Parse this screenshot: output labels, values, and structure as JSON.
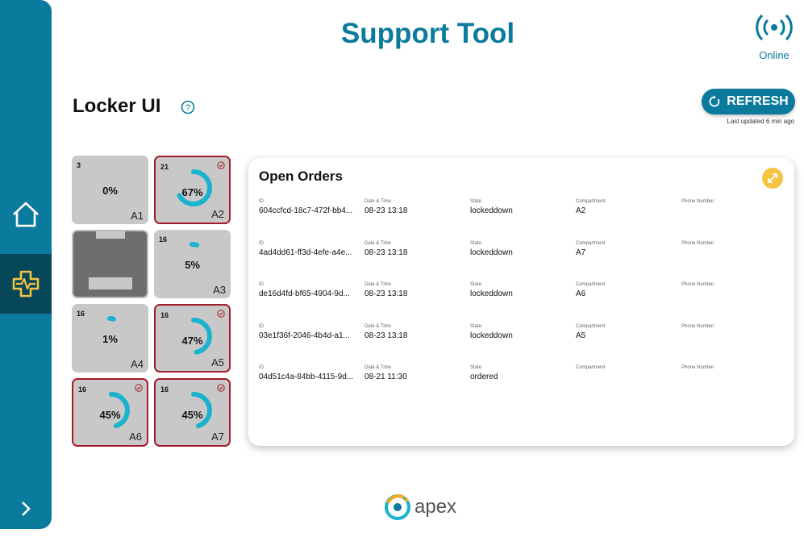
{
  "app": {
    "title": "Support Tool",
    "status": "Online"
  },
  "section": {
    "title": "Locker UI"
  },
  "refresh": {
    "label": "REFRESH",
    "last_updated": "Last updated 6 min ago"
  },
  "lockers": [
    {
      "num": "3",
      "pct": "0%",
      "label": "A1",
      "fill": 0.0,
      "alert": false
    },
    {
      "num": "21",
      "pct": "67%",
      "label": "A2",
      "fill": 0.67,
      "alert": true
    },
    {
      "num": "",
      "pct": "",
      "label": "",
      "fill": 0,
      "alert": false,
      "open": true
    },
    {
      "num": "16",
      "pct": "5%",
      "label": "A3",
      "fill": 0.05,
      "alert": false
    },
    {
      "num": "16",
      "pct": "1%",
      "label": "A4",
      "fill": 0.01,
      "alert": false
    },
    {
      "num": "16",
      "pct": "47%",
      "label": "A5",
      "fill": 0.47,
      "alert": true
    },
    {
      "num": "16",
      "pct": "45%",
      "label": "A6",
      "fill": 0.45,
      "alert": true
    },
    {
      "num": "16",
      "pct": "45%",
      "label": "A7",
      "fill": 0.45,
      "alert": true
    }
  ],
  "orders": {
    "title": "Open Orders",
    "headers": {
      "id": "ID",
      "datetime": "Date & Time",
      "state": "State",
      "compartment": "Compartment",
      "phone": "Phone Number"
    },
    "rows": [
      {
        "id": "604ccfcd-18c7-472f-bb4...",
        "datetime": "08-23 13:18",
        "state": "lockeddown",
        "compartment": "A2",
        "phone": ""
      },
      {
        "id": "4ad4dd61-ff3d-4efe-a4e...",
        "datetime": "08-23 13:18",
        "state": "lockeddown",
        "compartment": "A7",
        "phone": ""
      },
      {
        "id": "de16d4fd-bf65-4904-9d...",
        "datetime": "08-23 13:18",
        "state": "lockeddown",
        "compartment": "A6",
        "phone": ""
      },
      {
        "id": "03e1f36f-2046-4b4d-a1...",
        "datetime": "08-23 13:18",
        "state": "lockeddown",
        "compartment": "A5",
        "phone": ""
      },
      {
        "id": "04d51c4a-84bb-4115-9d...",
        "datetime": "08-21 11:30",
        "state": "ordered",
        "compartment": "",
        "phone": ""
      }
    ]
  },
  "footer": {
    "brand": "apex"
  },
  "colors": {
    "primary": "#0a7b9c",
    "alert": "#a31c2a",
    "ring": "#1ab3cf",
    "expand": "#f5c242"
  },
  "icons": {
    "home": "home-icon",
    "support": "medical-support-icon",
    "expand": "chevron-right-icon",
    "online": "broadcast-icon",
    "help": "help-icon",
    "refresh": "refresh-icon",
    "maximize": "maximize-icon"
  }
}
